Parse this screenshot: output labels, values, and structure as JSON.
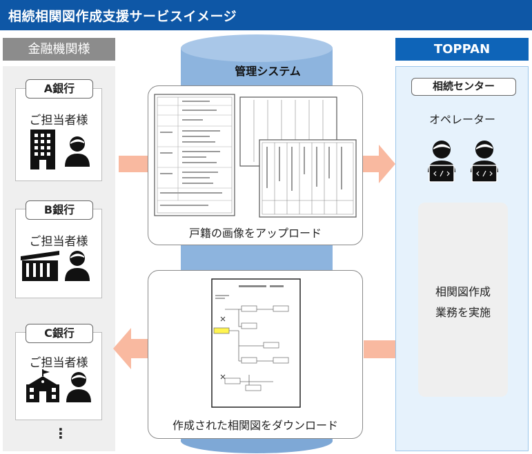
{
  "title": "相続相関図作成支援サービスイメージ",
  "left_header": "金融機関様",
  "right_header": "TOPPAN",
  "banks": [
    {
      "label": "A銀行",
      "contact": "ご担当者様"
    },
    {
      "label": "B銀行",
      "contact": "ご担当者様"
    },
    {
      "label": "C銀行",
      "contact": "ご担当者様"
    }
  ],
  "more": "⋮",
  "system_label": "管理システム",
  "upload_caption": "戸籍の画像をアップロード",
  "download_caption": "作成された相関図をダウンロード",
  "center_label": "相続センター",
  "operator_label": "オペレーター",
  "work_lines": [
    "相関図作成",
    "業務を実施"
  ],
  "colors": {
    "title_bg": "#0e57a6",
    "toppan_blue": "#0e64b8",
    "cylinder": "#8db4de",
    "arrow": "#f9b9a0"
  }
}
